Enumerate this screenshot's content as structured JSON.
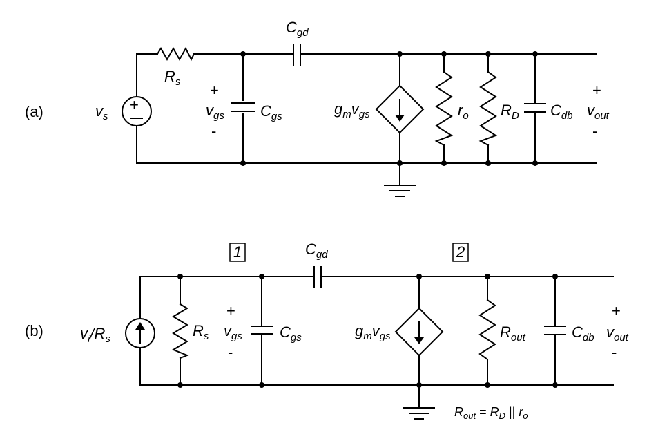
{
  "labels": {
    "a": "(a)",
    "b": "(b)",
    "node1": "1",
    "node2": "2",
    "plus": "+",
    "minus": "-",
    "eq_sep": " = ",
    "parallel": " || "
  },
  "symbols": {
    "R": "R",
    "C": "C",
    "v": "v",
    "g": "g",
    "r": "r",
    "s": "s",
    "gs": "gs",
    "gd": "gd",
    "db": "db",
    "D": "D",
    "o": "o",
    "m": "m",
    "out": "out",
    "i": "i",
    "slash": "/"
  },
  "icons": [
    "ground-icon",
    "voltage-source-icon",
    "current-source-icon",
    "dependent-current-source-icon",
    "resistor-icon",
    "capacitor-icon"
  ],
  "colors": {
    "ink": "#000000",
    "background": "#ffffff"
  }
}
